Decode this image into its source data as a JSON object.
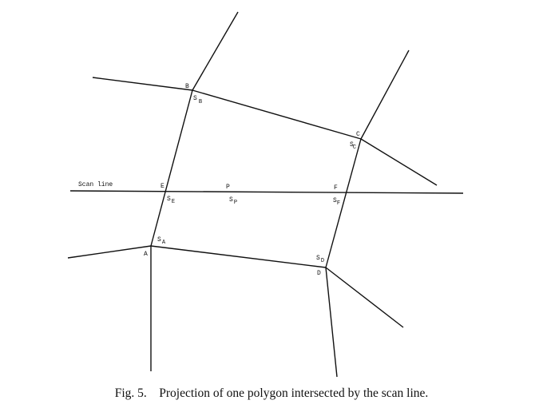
{
  "figure": {
    "caption": "Fig. 5.    Projection of one polygon intersected by the scan line.",
    "scan_line_label": "Scan line",
    "vertices": {
      "A": "A",
      "B": "B",
      "C": "C",
      "D": "D",
      "E": "E",
      "F": "F",
      "P": "P"
    },
    "s_labels": {
      "s": "S",
      "A": "A",
      "B": "B",
      "C": "C",
      "D": "D",
      "E": "E",
      "F": "F",
      "P": "P"
    }
  }
}
